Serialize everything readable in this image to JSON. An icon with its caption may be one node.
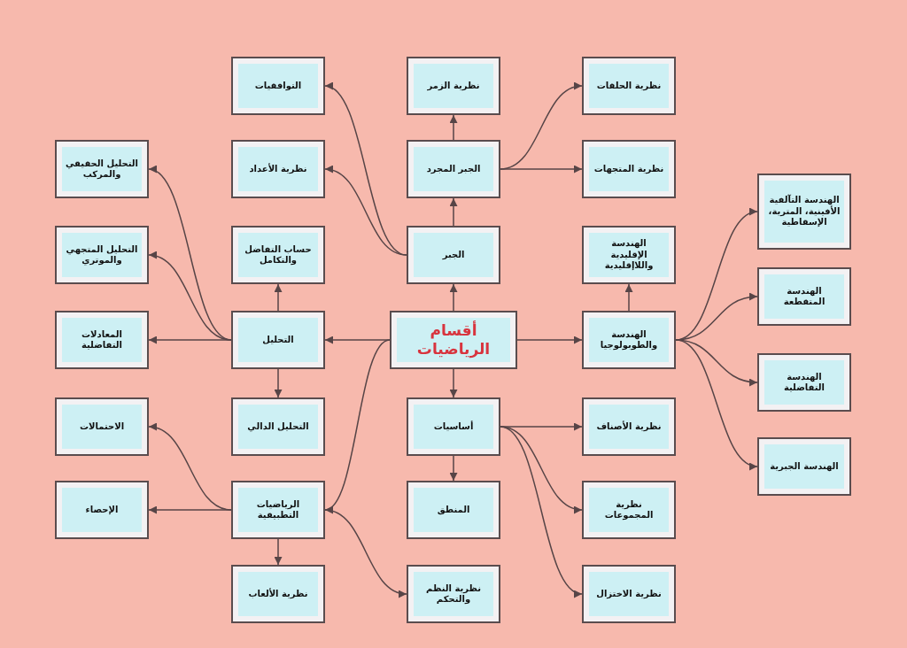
{
  "diagram": {
    "nodes": [
      {
        "text": [
          "أقسام الرياضيات"
        ]
      },
      {
        "text": [
          "الجبر"
        ]
      },
      {
        "text": [
          "الجبر المجرد"
        ]
      },
      {
        "text": [
          "نظرية الزمر"
        ]
      },
      {
        "text": [
          "نظرية الحلقات"
        ]
      },
      {
        "text": [
          "نظرية المتجهات"
        ]
      },
      {
        "text": [
          "التوافقيات"
        ]
      },
      {
        "text": [
          "نظرية الأعداد"
        ]
      },
      {
        "text": [
          "التحليل"
        ]
      },
      {
        "text": [
          "حساب التفاضل والتكامل"
        ]
      },
      {
        "text": [
          "التحليل الحقيقي والمركب"
        ]
      },
      {
        "text": [
          "التحليل المتجهي والموتري"
        ]
      },
      {
        "text": [
          "المعادلات التفاضلية"
        ]
      },
      {
        "text": [
          "التحليل الدالي"
        ]
      },
      {
        "text": [
          "الرياضيات التطبيقية"
        ]
      },
      {
        "text": [
          "الاحتمالات"
        ]
      },
      {
        "text": [
          "الإحصاء"
        ]
      },
      {
        "text": [
          "نظرية الألعاب"
        ]
      },
      {
        "text": [
          "نظرية النظم والتحكم"
        ]
      },
      {
        "text": [
          "أساسيات"
        ]
      },
      {
        "text": [
          "المنطق"
        ]
      },
      {
        "text": [
          "نظرية الأصناف"
        ]
      },
      {
        "text": [
          "نظرية المجموعات"
        ]
      },
      {
        "text": [
          "نظرية الاختزال"
        ]
      },
      {
        "text": [
          "الهندسة والطوبولوجيا"
        ]
      },
      {
        "text": [
          "الهندسة الإقليدية واللاإقليدية"
        ]
      },
      {
        "text": [
          "الهندسة التآلفية الأفينية، المترية، الإسقاطية"
        ]
      },
      {
        "text": [
          "الهندسة المتقطعة"
        ]
      },
      {
        "text": [
          "الهندسة التفاضلية"
        ]
      },
      {
        "text": [
          "الهندسة الجبرية"
        ]
      }
    ],
    "edges": [
      {
        "from": 0,
        "to": 1,
        "arrow": "to"
      },
      {
        "from": 1,
        "to": 2,
        "arrow": "to"
      },
      {
        "from": 2,
        "to": 3,
        "arrow": "to"
      },
      {
        "from": 2,
        "to": 4,
        "arrow": "to"
      },
      {
        "from": 2,
        "to": 5,
        "arrow": "to"
      },
      {
        "from": 1,
        "to": 6,
        "arrow": "to"
      },
      {
        "from": 1,
        "to": 7,
        "arrow": "to"
      },
      {
        "from": 0,
        "to": 8,
        "arrow": "to"
      },
      {
        "from": 8,
        "to": 9,
        "arrow": "to"
      },
      {
        "from": 8,
        "to": 10,
        "arrow": "to"
      },
      {
        "from": 8,
        "to": 11,
        "arrow": "to"
      },
      {
        "from": 8,
        "to": 12,
        "arrow": "to"
      },
      {
        "from": 8,
        "to": 13,
        "arrow": "to"
      },
      {
        "from": 0,
        "to": 14,
        "arrow": "to"
      },
      {
        "from": 14,
        "to": 15,
        "arrow": "to"
      },
      {
        "from": 14,
        "to": 16,
        "arrow": "to"
      },
      {
        "from": 14,
        "to": 17,
        "arrow": "to"
      },
      {
        "from": 14,
        "to": 18,
        "arrow": "to"
      },
      {
        "from": 0,
        "to": 19,
        "arrow": "to"
      },
      {
        "from": 19,
        "to": 20,
        "arrow": "to"
      },
      {
        "from": 19,
        "to": 21,
        "arrow": "to"
      },
      {
        "from": 19,
        "to": 22,
        "arrow": "to"
      },
      {
        "from": 19,
        "to": 23,
        "arrow": "to"
      },
      {
        "from": 0,
        "to": 24,
        "arrow": "to"
      },
      {
        "from": 24,
        "to": 25,
        "arrow": "to"
      },
      {
        "from": 24,
        "to": 26,
        "arrow": "to"
      },
      {
        "from": 24,
        "to": 27,
        "arrow": "to"
      },
      {
        "from": 24,
        "to": 28,
        "arrow": "to"
      },
      {
        "from": 24,
        "to": 29,
        "arrow": "to"
      }
    ]
  }
}
